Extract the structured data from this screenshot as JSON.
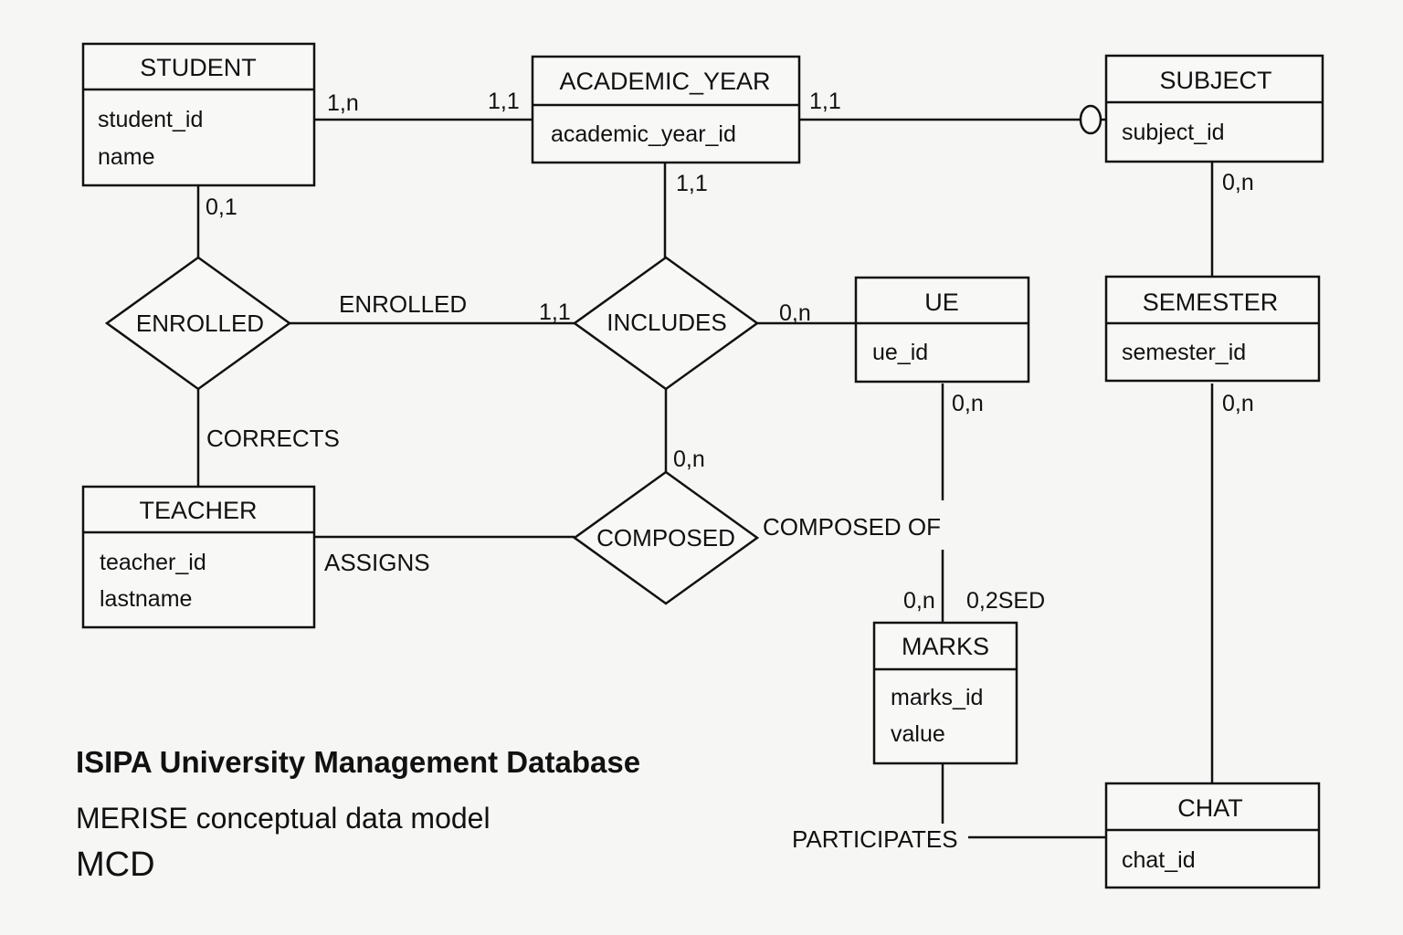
{
  "entities": {
    "student": {
      "title": "STUDENT",
      "attrs": [
        "student_id",
        "name"
      ]
    },
    "academic_year": {
      "title": "ACADEMIC_YEAR",
      "attrs": [
        "academic_year_id"
      ]
    },
    "subject": {
      "title": "SUBJECT",
      "attrs": [
        "subject_id"
      ]
    },
    "ue": {
      "title": "UE",
      "attrs": [
        "ue_id"
      ]
    },
    "semester": {
      "title": "SEMESTER",
      "attrs": [
        "semester_id"
      ]
    },
    "teacher": {
      "title": "TEACHER",
      "attrs": [
        "teacher_id",
        "lastname"
      ]
    },
    "marks": {
      "title": "MARKS",
      "attrs": [
        "marks_id",
        "value"
      ]
    },
    "chat": {
      "title": "CHAT",
      "attrs": [
        "chat_id"
      ]
    }
  },
  "relationships": {
    "enrolled": "ENROLLED",
    "includes": "INCLUDES",
    "composed": "COMPOSED"
  },
  "link_labels": {
    "enrolled": "ENROLLED",
    "corrects": "CORRECTS",
    "assigns": "ASSIGNS",
    "composed_of": "COMPOSED OF",
    "participates": "PARTICIPATES"
  },
  "cardinalities": {
    "student_ay": "1,n",
    "ay_student": "1,1",
    "ay_subject": "1,1",
    "ay_includes": "1,1",
    "student_enrolled": "0,1",
    "subject_semester": "0,n",
    "includes_enrolled": "1,1",
    "includes_ue": "0,n",
    "ue_down": "0,n",
    "semester_down": "0,n",
    "includes_composed": "0,n",
    "marks_left": "0,n",
    "marks_right": "0,2SED"
  },
  "caption": {
    "title": "ISIPA University Management Database",
    "subtitle": "MERISE conceptual data model",
    "short": "MCD"
  }
}
